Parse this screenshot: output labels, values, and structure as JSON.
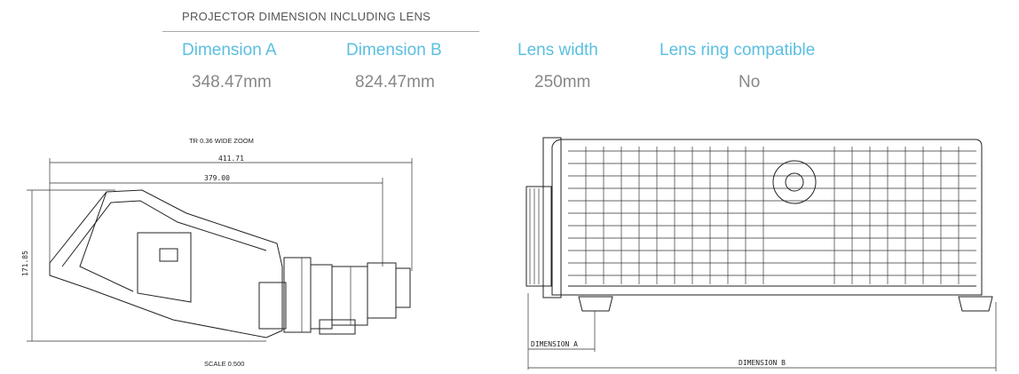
{
  "section_title": "PROJECTOR DIMENSION INCLUDING LENS",
  "specs": [
    {
      "label": "Dimension A",
      "value": "348.47mm"
    },
    {
      "label": "Dimension B",
      "value": "824.47mm"
    },
    {
      "label": "Lens width",
      "value": "250mm"
    },
    {
      "label": "Lens ring compatible",
      "value": "No"
    }
  ],
  "lens_drawing": {
    "title": "TR 0.36 WIDE ZOOM",
    "dim_overall": "411.71",
    "dim_body": "379.00",
    "dim_height": "171.85",
    "scale": "SCALE  0.500"
  },
  "projector_drawing": {
    "dim_a_label": "DIMENSION  A",
    "dim_b_label": "DIMENSION  B"
  },
  "colors": {
    "accent": "#5bbfe0",
    "value_text": "#888888",
    "title_text": "#555555"
  }
}
